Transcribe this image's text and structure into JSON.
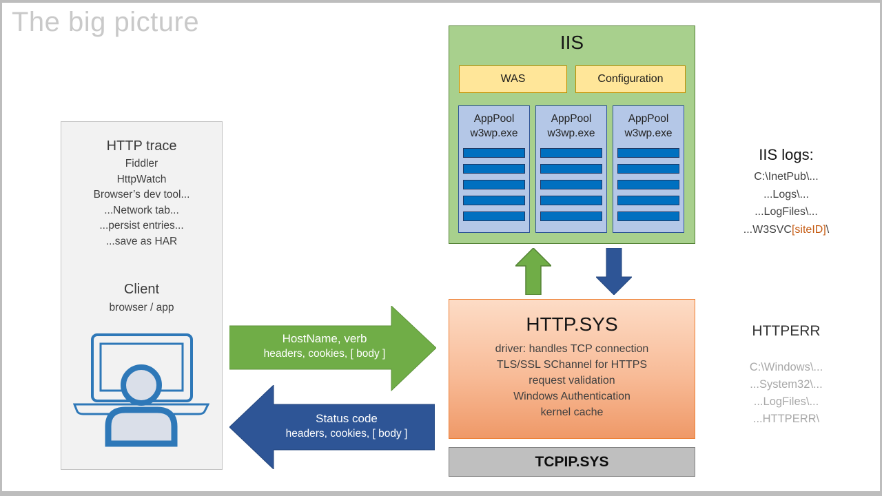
{
  "slide": {
    "title": "The big picture"
  },
  "http_trace": {
    "title": "HTTP trace",
    "lines": [
      "Fiddler",
      "HttpWatch",
      "Browser’s dev tool...",
      "...Network tab...",
      "...persist entries...",
      "...save as HAR"
    ]
  },
  "client": {
    "title": "Client",
    "subtitle": "browser / app"
  },
  "iis": {
    "title": "IIS",
    "was_label": "WAS",
    "config_label": "Configuration",
    "apppools": [
      {
        "line1": "AppPool",
        "line2": "w3wp.exe"
      },
      {
        "line1": "AppPool",
        "line2": "w3wp.exe"
      },
      {
        "line1": "AppPool",
        "line2": "w3wp.exe"
      }
    ],
    "bars_per_pool": 5
  },
  "iis_logs": {
    "title": "IIS logs:",
    "lines": [
      "C:\\InetPub\\...",
      "...Logs\\...",
      "...LogFiles\\..."
    ],
    "w3svc": {
      "prefix": "...W3SVC",
      "highlight": "[siteID]",
      "suffix": "\\"
    }
  },
  "request_arrow": {
    "line1": "HostName,  verb",
    "line2": "headers, cookies, [ body ]"
  },
  "response_arrow": {
    "line1": "Status code",
    "line2": "headers, cookies, [ body ]"
  },
  "httpsys": {
    "title": "HTTP.SYS",
    "lines": [
      "driver: handles TCP connection",
      "TLS/SSL SChannel for HTTPS",
      "request validation",
      "Windows Authentication",
      "kernel cache"
    ]
  },
  "tcpip": {
    "title": "TCPIP.SYS"
  },
  "httperr": {
    "title": "HTTPERR",
    "lines": [
      "C:\\Windows\\...",
      "...System32\\...",
      "...LogFiles\\...",
      "...HTTPERR\\"
    ]
  },
  "colors": {
    "green_fill": "#a8d08d",
    "green_border": "#548235",
    "yellow_fill": "#ffe699",
    "yellow_border": "#bf8f00",
    "pool_fill": "#b4c7e7",
    "pool_border": "#2f5597",
    "bar_fill": "#0070c0",
    "bar_border": "#1f3864",
    "orange_border": "#ed7d31",
    "arrow_green": "#70ad47",
    "arrow_blue": "#2e5596",
    "siteid_orange": "#c55a11",
    "muted_gray": "#a8a8a8",
    "icon_blue": "#2e78b8",
    "person_fill": "#dadfe9"
  }
}
